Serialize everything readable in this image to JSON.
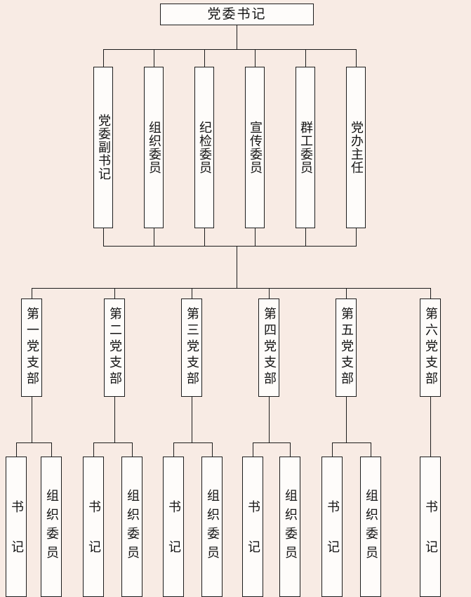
{
  "colors": {
    "background": "#f8ebe4",
    "box_fill": "#fefcfa",
    "line": "#1c1c1c"
  },
  "org": {
    "root": {
      "label": "党委书记"
    },
    "officers": [
      {
        "label": "党委副书记"
      },
      {
        "label": "组织委员"
      },
      {
        "label": "纪检委员"
      },
      {
        "label": "宣传委员"
      },
      {
        "label": "群工委员"
      },
      {
        "label": "党办主任"
      }
    ],
    "branches": [
      {
        "label": "第一党支部",
        "children": [
          {
            "label": "书　　记"
          },
          {
            "label": "组织委员"
          }
        ]
      },
      {
        "label": "第二党支部",
        "children": [
          {
            "label": "书　　记"
          },
          {
            "label": "组织委员"
          }
        ]
      },
      {
        "label": "第三党支部",
        "children": [
          {
            "label": "书　　记"
          },
          {
            "label": "组织委员"
          }
        ]
      },
      {
        "label": "第四党支部",
        "children": [
          {
            "label": "书　　记"
          },
          {
            "label": "组织委员"
          }
        ]
      },
      {
        "label": "第五党支部",
        "children": [
          {
            "label": "书　　记"
          },
          {
            "label": "组织委员"
          }
        ]
      },
      {
        "label": "第六党支部",
        "children": [
          {
            "label": "书　　记"
          }
        ]
      }
    ]
  }
}
